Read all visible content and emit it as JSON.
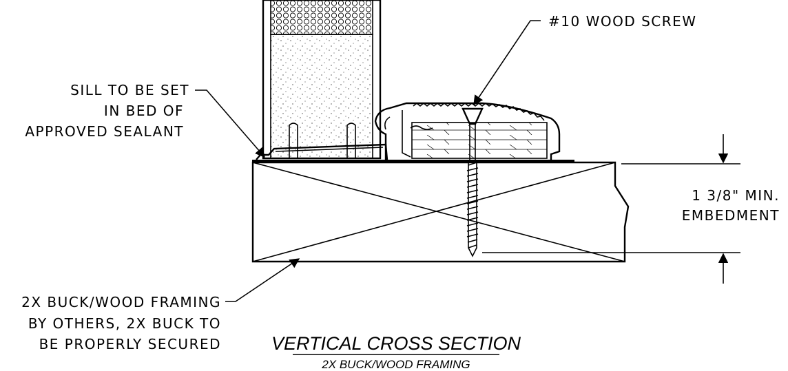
{
  "labels": {
    "screw": "#10 WOOD SCREW",
    "sill": [
      "SILL TO BE SET",
      "IN BED OF",
      "APPROVED SEALANT"
    ],
    "embed": [
      "1 3/8\" MIN.",
      "EMBEDMENT"
    ],
    "buck": [
      "2X BUCK/WOOD FRAMING",
      "BY OTHERS, 2X BUCK TO",
      "BE PROPERLY SECURED"
    ]
  },
  "title": "VERTICAL CROSS SECTION",
  "subtitle": "2X BUCK/WOOD FRAMING",
  "colors": {
    "ink": "#000000",
    "paper": "#ffffff"
  }
}
